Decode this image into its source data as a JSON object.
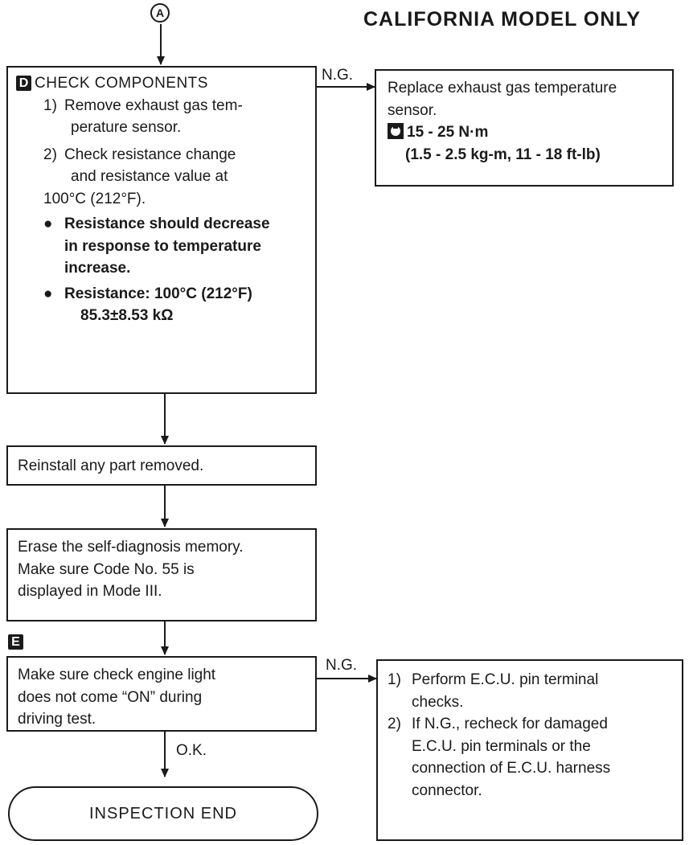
{
  "connector_label": "A",
  "page_title": "CALIFORNIA MODEL ONLY",
  "check_d": {
    "badge": "D",
    "title": "CHECK COMPONENTS",
    "step1_num": "1)",
    "step1_line1": "Remove exhaust gas tem-",
    "step1_line2": "perature sensor.",
    "step2_num": "2)",
    "step2_line1": "Check resistance change",
    "step2_line2": "and resistance value at",
    "step2_line3": "100°C (212°F).",
    "bullet1_line1": "Resistance should decrease",
    "bullet1_line2": "in response to temperature",
    "bullet1_line3": "increase.",
    "bullet2_line1": "Resistance:  100°C (212°F)",
    "bullet2_line2": "85.3±8.53 kΩ"
  },
  "ng_label_1": "N.G.",
  "replace_box": {
    "line1": "Replace exhaust gas temperature",
    "line2": "sensor.",
    "torque_icon": "torque-wrench-icon",
    "torque_line1": "15 - 25 N·m",
    "torque_line2": "(1.5 - 2.5 kg-m, 11 - 18 ft-lb)"
  },
  "reinstall_box": {
    "text": "Reinstall any part removed."
  },
  "erase_box": {
    "line1": "Erase the self-diagnosis memory.",
    "line2": "Make sure Code No. 55 is",
    "line3": "displayed in Mode III."
  },
  "badge_e": "E",
  "check_e_box": {
    "line1": "Make sure check engine light",
    "line2": "does not come “ON” during",
    "line3": "driving test."
  },
  "ng_label_2": "N.G.",
  "ok_label": "O.K.",
  "ecu_box": {
    "item1_num": "1)",
    "item1_line1": "Perform E.C.U. pin terminal",
    "item1_line2": "checks.",
    "item2_num": "2)",
    "item2_line1": "If N.G., recheck for damaged",
    "item2_line2": "E.C.U. pin terminals or the",
    "item2_line3": "connection of E.C.U. harness",
    "item2_line4": "connector."
  },
  "end_label": "INSPECTION END"
}
